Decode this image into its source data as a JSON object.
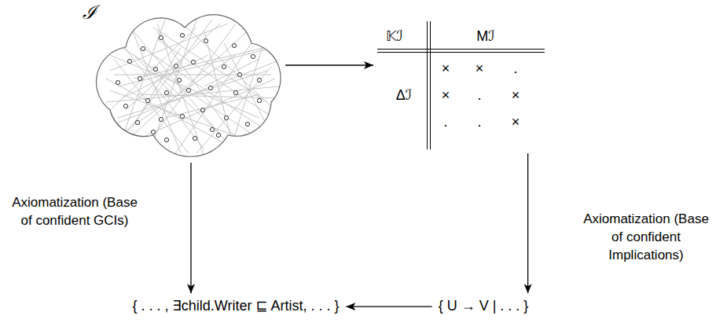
{
  "diagram": {
    "nodes": [
      {
        "text": [
          "ℐ"
        ]
      },
      {
        "text": [
          "𝕂ℐ",
          "Mℐ",
          "Δℐ",
          "×",
          "×",
          ".",
          "×",
          ".",
          "×",
          ".",
          ".",
          "×"
        ]
      },
      {
        "text": [
          "{ . . . , ∃child.Writer ⊑ Artist, . . . }"
        ]
      },
      {
        "text": [
          "{ U → V | . . . }"
        ]
      }
    ],
    "edges": [
      {
        "from": 0,
        "to": 1,
        "arrow": "to"
      },
      {
        "from": 0,
        "to": 2,
        "arrow": "to",
        "label": "Axiomatization (Base of confident GCIs)"
      },
      {
        "from": 1,
        "to": 3,
        "arrow": "to",
        "label": "Axiomatization (Base of confident Implications)"
      },
      {
        "from": 3,
        "to": 2,
        "arrow": "to"
      }
    ]
  }
}
